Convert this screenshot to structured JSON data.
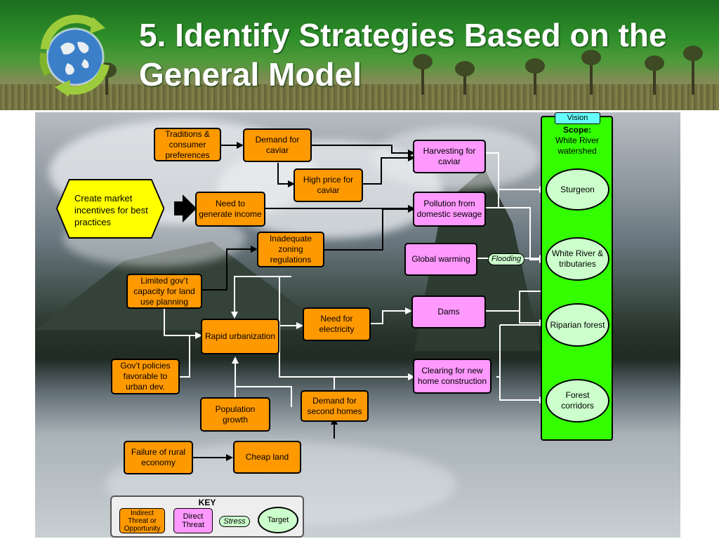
{
  "slide": {
    "title": "5. Identify Strategies Based on the General Model"
  },
  "colors": {
    "indirect": "#ff9900",
    "direct": "#ff99ff",
    "target": "#ccffcc",
    "vision_panel": "#33ff00",
    "vision_tab": "#66ffff",
    "strategy": "#ffff00"
  },
  "logo": {
    "icon": "globe-recycle-arrows-icon"
  },
  "vision": {
    "tab_label": "Vision",
    "scope_label": "Scope:",
    "scope_value": "White River watershed",
    "targets": {
      "sturgeon": "Sturgeon",
      "white_river": "White River & tributaries",
      "riparian": "Riparian forest",
      "forest_corridors": "Forest corridors"
    }
  },
  "strategy": {
    "label": "Create market incentives for best practices"
  },
  "factors": {
    "traditions": "Traditions & consumer preferences",
    "demand_caviar": "Demand for caviar",
    "high_price": "High price for caviar",
    "need_income": "Need to generate income",
    "inadequate_zoning": "Inadequate zoning regulations",
    "limited_gov": "Limited gov’t capacity for land use planning",
    "rapid_urbanization": "Rapid urbanization",
    "need_electricity": "Need for electricity",
    "gov_policies": "Gov’t policies favorable to urban dev.",
    "population_growth": "Population growth",
    "demand_second_homes": "Demand for second homes",
    "failure_rural": "Failure of rural economy",
    "cheap_land": "Cheap land"
  },
  "threats": {
    "harvesting": "Harvesting for caviar",
    "pollution": "Pollution from domestic sewage",
    "global_warming": "Global warming",
    "dams": "Dams",
    "clearing": "Clearing for new home construction"
  },
  "stress": {
    "flooding": "Flooding"
  },
  "key": {
    "title": "KEY",
    "indirect": "Indirect Threat or Opportunity",
    "direct": "Direct Threat",
    "stress": "Stress",
    "target": "Target"
  }
}
